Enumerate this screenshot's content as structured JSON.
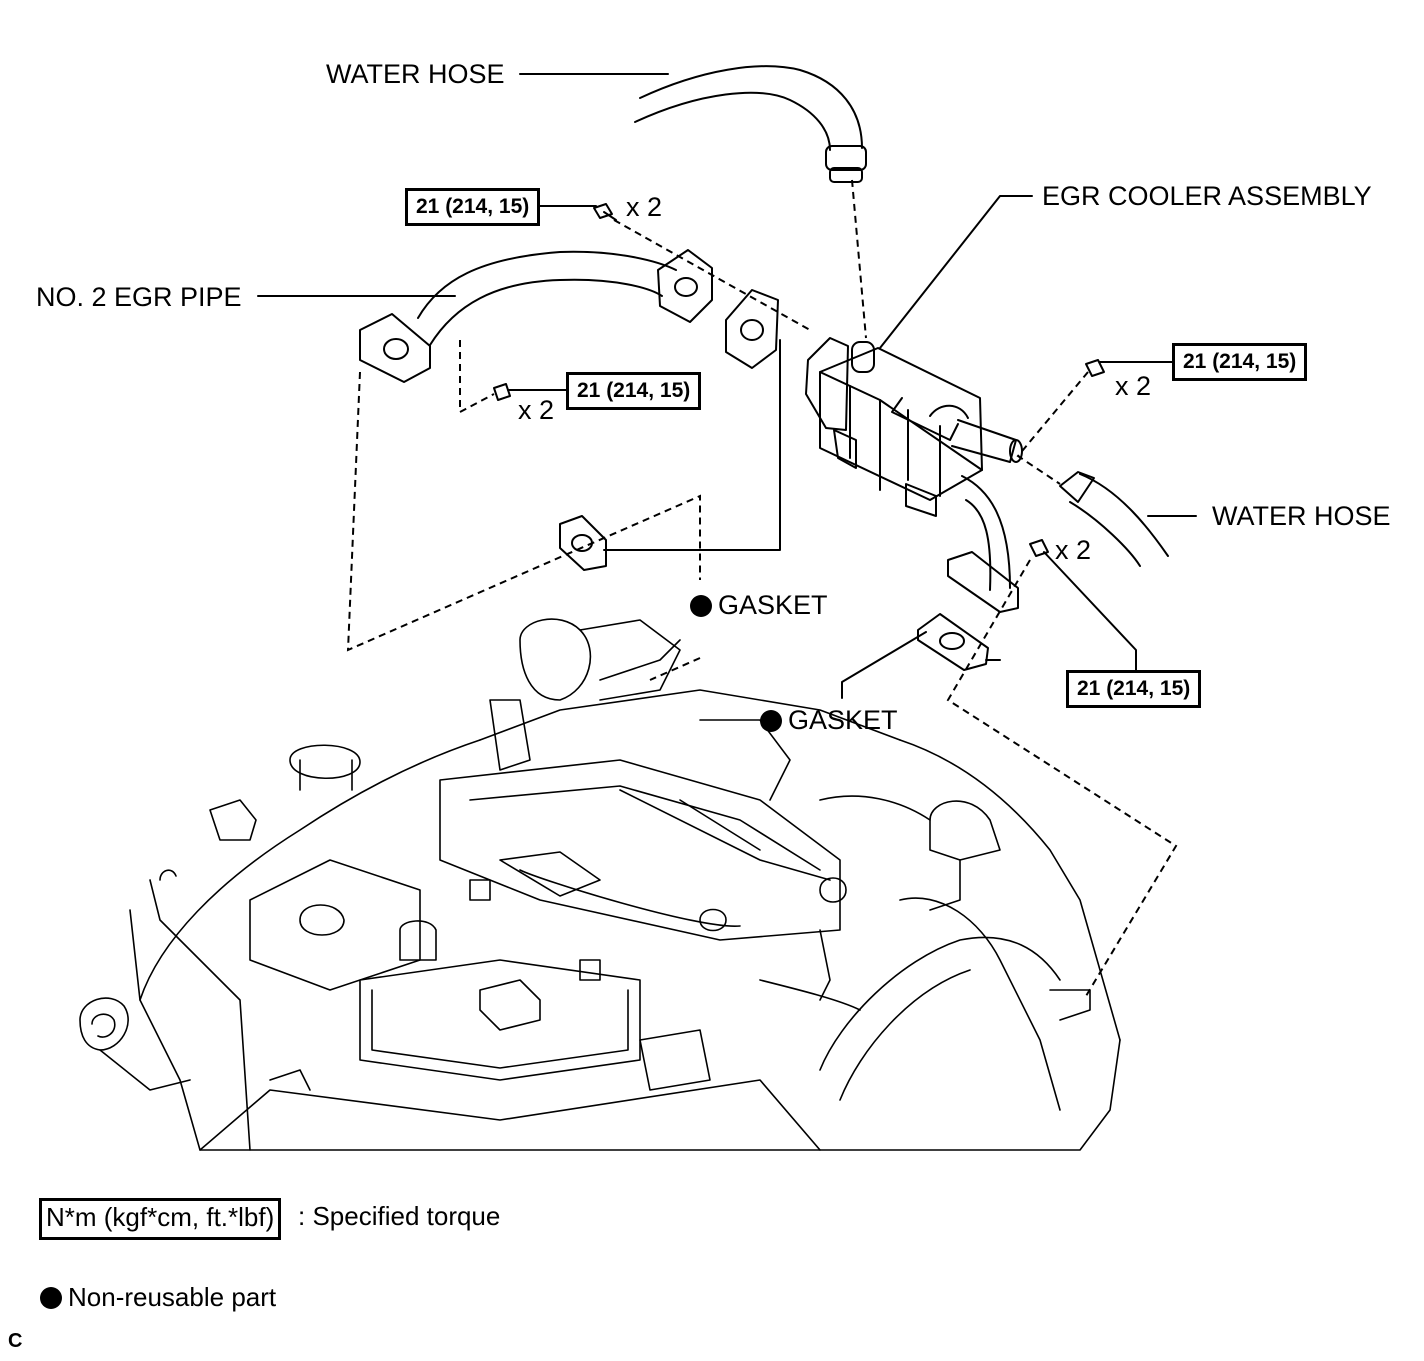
{
  "labels": {
    "water_hose_top": "WATER HOSE",
    "egr_cooler": "EGR COOLER ASSEMBLY",
    "no2_egr_pipe": "NO. 2 EGR PIPE",
    "water_hose_right": "WATER HOSE",
    "gasket_left": "GASKET",
    "gasket_right": "GASKET"
  },
  "torque": {
    "top_left": "21 (214, 15)",
    "mid_left": "21 (214, 15)",
    "right_upper": "21 (214, 15)",
    "right_lower": "21 (214, 15)"
  },
  "quantities": {
    "top_left": "x 2",
    "mid_left": "x 2",
    "right_upper": "x 2",
    "right_lower": "x 2"
  },
  "legend": {
    "torque_unit": "N*m (kgf*cm, ft.*lbf)",
    "torque_desc": ": Specified torque",
    "nonreusable": "Non-reusable part"
  },
  "figure_code": "C"
}
